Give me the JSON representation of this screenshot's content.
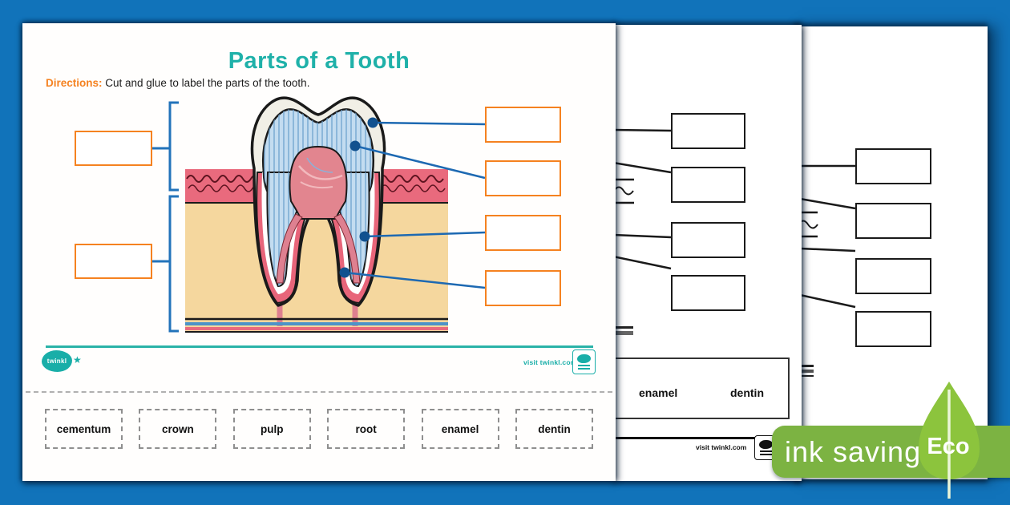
{
  "worksheet": {
    "title": "Parts of a Tooth",
    "title_color": "#1FB1A9",
    "directions_label": "Directions:",
    "directions_text": " Cut and glue to label the parts of the tooth.",
    "word_bank": [
      "cementum",
      "crown",
      "pulp",
      "root",
      "enamel",
      "dentin"
    ],
    "footer": {
      "brand": "twinkl",
      "visit_text": "visit twinkl.com"
    }
  },
  "page2": {
    "words": [
      "enamel",
      "dentin"
    ],
    "visit_text": "visit twinkl.com"
  },
  "badge": {
    "text": "ink saving",
    "eco": "Eco",
    "green": "#7CB342",
    "leaf_green": "#8CC43D"
  },
  "icons": {
    "star": "★"
  },
  "colors": {
    "background": "#1173BA",
    "accent_orange": "#F58220",
    "leader_blue": "#1D69B2",
    "teal": "#19AEA8",
    "gum_pink": "#E96A7D",
    "bone_beige": "#F5D79E",
    "dentin_blue": "#C3DCF0",
    "pulp_pink": "#E2858F",
    "enamel_cream": "#F1EFE6"
  }
}
